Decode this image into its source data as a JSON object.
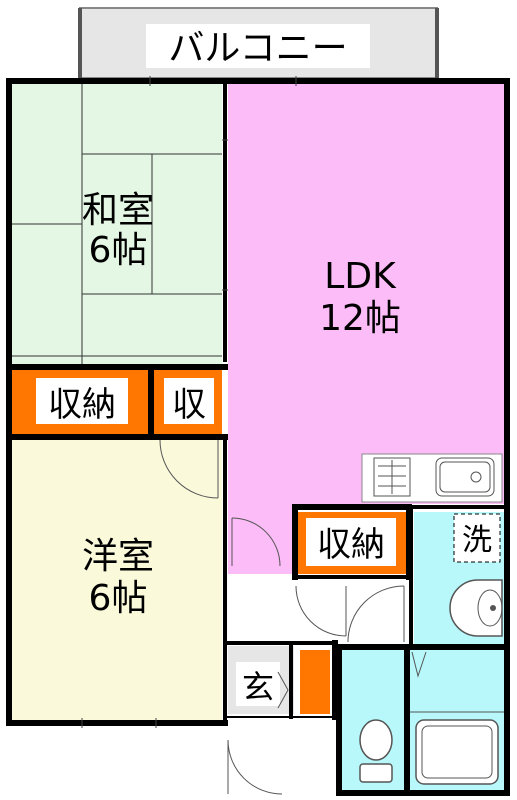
{
  "rooms": {
    "balcony": {
      "label": "バルコニー"
    },
    "washitsu": {
      "label": "和室",
      "size": "6帖"
    },
    "ldk": {
      "label": "LDK",
      "size": "12帖"
    },
    "yoshitsu": {
      "label": "洋室",
      "size": "6帖"
    },
    "storage_a": {
      "label": "収納"
    },
    "storage_b": {
      "label": "収"
    },
    "storage_c": {
      "label": "収納"
    },
    "laundry": {
      "label": "洗"
    },
    "entrance": {
      "label": "玄"
    }
  },
  "colors": {
    "wall": "#000000",
    "balcony": "#e6e6e6",
    "washitsu": "#e4f7e4",
    "ldk": "#fbbcf7",
    "yoshitsu": "#fafadb",
    "storage": "#ff7700",
    "wet_area": "#b8f8fb",
    "hall": "#ffffff"
  }
}
